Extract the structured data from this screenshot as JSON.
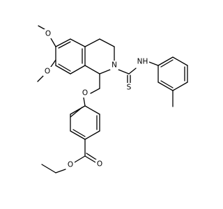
{
  "molecule": {
    "atom_labels": {
      "o_methoxy_top": "O",
      "o_methoxy_bottom": "O",
      "n_ring": "N",
      "nh": "NH",
      "s_thio": "S",
      "o_ether": "O",
      "o_carbonyl": "O",
      "o_ester": "O"
    },
    "colors": {
      "bond": "#000000",
      "text": "#000000",
      "background": "#ffffff"
    }
  }
}
